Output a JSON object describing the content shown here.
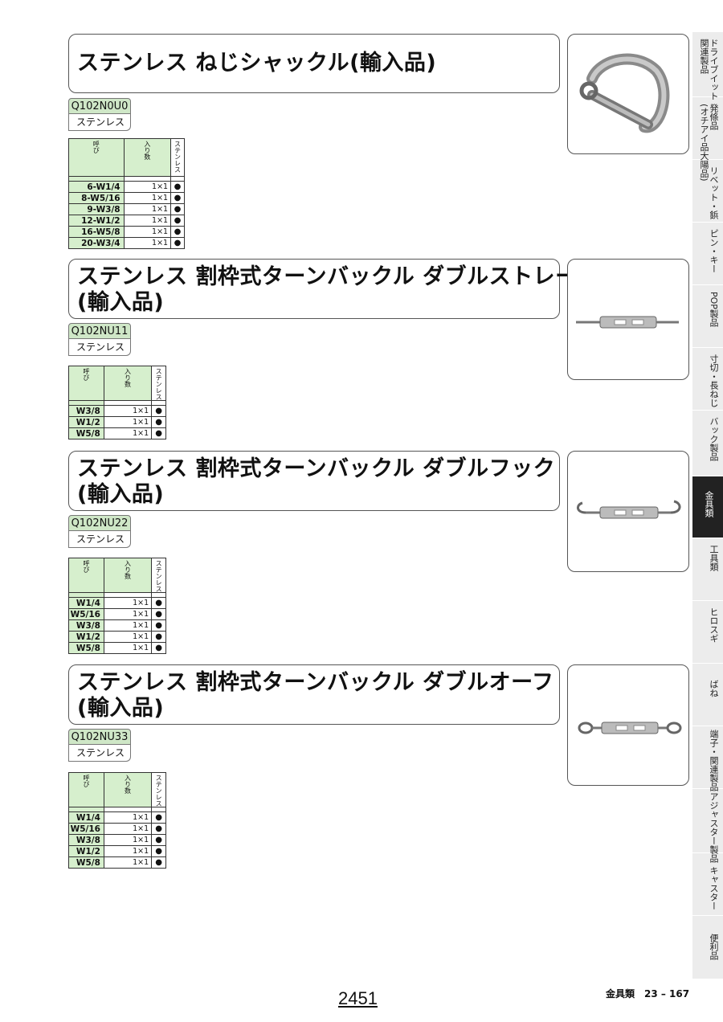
{
  "products": [
    {
      "title_lines": [
        "ステンレス ねじシャックル(輸入品)"
      ],
      "code": "Q102N0U0",
      "material": "ステンレス",
      "columns": {
        "name": "呼び",
        "qty": "入り数",
        "mat": "ステンレス"
      },
      "rows": [
        {
          "name": "6-W1/4",
          "qty": "1×1",
          "mark": "●"
        },
        {
          "name": "8-W5/16",
          "qty": "1×1",
          "mark": "●"
        },
        {
          "name": "9-W3/8",
          "qty": "1×1",
          "mark": "●"
        },
        {
          "name": "12-W1/2",
          "qty": "1×1",
          "mark": "●"
        },
        {
          "name": "16-W5/8",
          "qty": "1×1",
          "mark": "●"
        },
        {
          "name": "20-W3/4",
          "qty": "1×1",
          "mark": "●"
        }
      ]
    },
    {
      "title_lines": [
        "ステンレス 割枠式ターンバックル ダブルストレート",
        "(輸入品)"
      ],
      "code": "Q102NU11",
      "material": "ステンレス",
      "columns": {
        "name": "呼び",
        "qty": "入り数",
        "mat": "ステンレス"
      },
      "rows": [
        {
          "name": "W3/8",
          "qty": "1×1",
          "mark": "●"
        },
        {
          "name": "W1/2",
          "qty": "1×1",
          "mark": "●"
        },
        {
          "name": "W5/8",
          "qty": "1×1",
          "mark": "●"
        }
      ]
    },
    {
      "title_lines": [
        "ステンレス 割枠式ターンバックル ダブルフック",
        "(輸入品)"
      ],
      "code": "Q102NU22",
      "material": "ステンレス",
      "columns": {
        "name": "呼び",
        "qty": "入り数",
        "mat": "ステンレス"
      },
      "rows": [
        {
          "name": "W1/4",
          "qty": "1×1",
          "mark": "●"
        },
        {
          "name": "W5/16",
          "qty": "1×1",
          "mark": "●"
        },
        {
          "name": "W3/8",
          "qty": "1×1",
          "mark": "●"
        },
        {
          "name": "W1/2",
          "qty": "1×1",
          "mark": "●"
        },
        {
          "name": "W5/8",
          "qty": "1×1",
          "mark": "●"
        }
      ]
    },
    {
      "title_lines": [
        "ステンレス 割枠式ターンバックル ダブルオーフ",
        "(輸入品)"
      ],
      "code": "Q102NU33",
      "material": "ステンレス",
      "columns": {
        "name": "呼び",
        "qty": "入り数",
        "mat": "ステンレス"
      },
      "rows": [
        {
          "name": "W1/4",
          "qty": "1×1",
          "mark": "●"
        },
        {
          "name": "W5/16",
          "qty": "1×1",
          "mark": "●"
        },
        {
          "name": "W3/8",
          "qty": "1×1",
          "mark": "●"
        },
        {
          "name": "W1/2",
          "qty": "1×1",
          "mark": "●"
        },
        {
          "name": "W5/8",
          "qty": "1×1",
          "mark": "●"
        }
      ]
    }
  ],
  "sidebar": {
    "tabs": [
      {
        "label": "ドライブイット\n関連製品",
        "active": false
      },
      {
        "label": "発條品\n(オチアイ品大陽品)",
        "active": false
      },
      {
        "label": "リベット・鋲",
        "active": false
      },
      {
        "label": "ピン・キー",
        "active": false
      },
      {
        "label": "POP製品",
        "active": false
      },
      {
        "label": "寸切・長ねじ",
        "active": false
      },
      {
        "label": "バック製品",
        "active": false
      },
      {
        "label": "金具類",
        "active": true
      },
      {
        "label": "工具類",
        "active": false
      },
      {
        "label": "ヒロスギ",
        "active": false
      },
      {
        "label": "ばね",
        "active": false
      },
      {
        "label": "端子・関連製品",
        "active": false
      },
      {
        "label": "アジャスター製品",
        "active": false
      },
      {
        "label": "キャスター",
        "active": false
      },
      {
        "label": "便利品",
        "active": false
      }
    ]
  },
  "footer": {
    "page_number": "2451",
    "section_ref": "金具類　23 – 167"
  },
  "colors": {
    "table_green": "#d6efcd",
    "code_green": "#cfe7c7",
    "active_tab": "#222222",
    "sidebar_bg": "#ececec"
  }
}
